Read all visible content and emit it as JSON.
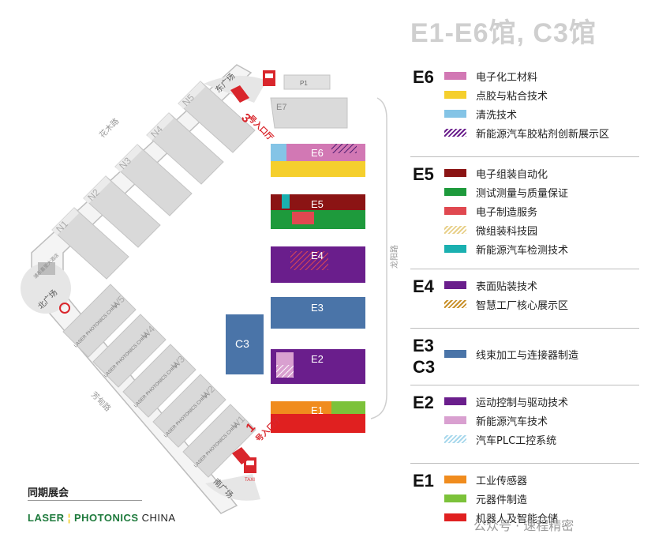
{
  "title": "E1-E6馆, C3馆",
  "colors": {
    "hall_grey": "#d6d6d6",
    "e_blue": "#4a74a8",
    "e_purple": "#6a1e8c",
    "e_darkred": "#8b1414",
    "e_green": "#1e9a3c",
    "e_orange": "#f08c1e",
    "e_lightgreen": "#7cc23a",
    "e_red": "#e02020",
    "e_pink": "#d278b4",
    "e_yellow": "#f5cf2d",
    "e_lightblue": "#84c4e6",
    "entrance_red": "#d9262c"
  },
  "map": {
    "roads": {
      "huamu": "花木路",
      "fangdian": "芳甸路",
      "longyang": "龙阳路"
    },
    "plazas": {
      "east": "东广场",
      "north": "北广场",
      "south": "南广场"
    },
    "entrances": {
      "east_num": "3",
      "east_text": "号入口厅",
      "south_num": "1",
      "south_text": "号入口厅"
    },
    "taxi": "TAXI",
    "p1": "P1",
    "hotel": "浦东嘉里大酒店",
    "brand_mark": "LASER PHOTONICS CHINA",
    "halls": {
      "n": [
        "N1",
        "N2",
        "N3",
        "N4",
        "N5"
      ],
      "w": [
        "W1",
        "W2",
        "W3",
        "W4",
        "W5"
      ],
      "e7": "E7",
      "e6": "E6",
      "e5": "E5",
      "e4": "E4",
      "e3": "E3",
      "e2": "E2",
      "e1": "E1",
      "c3": "C3"
    }
  },
  "legend": [
    {
      "hall": "E6",
      "items": [
        {
          "label": "电子化工材料",
          "color": "#d278b4",
          "pattern": "solid"
        },
        {
          "label": "点胶与粘合技术",
          "color": "#f5cf2d",
          "pattern": "solid"
        },
        {
          "label": "清洗技术",
          "color": "#84c4e6",
          "pattern": "solid"
        },
        {
          "label": "新能源汽车胶粘剂创新展示区",
          "color": "#6a1e8c",
          "pattern": "hatch"
        }
      ]
    },
    {
      "hall": "E5",
      "items": [
        {
          "label": "电子组装自动化",
          "color": "#8b1414",
          "pattern": "solid"
        },
        {
          "label": "测试测量与质量保证",
          "color": "#1e9a3c",
          "pattern": "solid"
        },
        {
          "label": "电子制造服务",
          "color": "#e04850",
          "pattern": "solid"
        },
        {
          "label": "微组装科技园",
          "color": "#e8d08a",
          "pattern": "hatch"
        },
        {
          "label": "新能源汽车检测技术",
          "color": "#1ab0b0",
          "pattern": "solid"
        }
      ]
    },
    {
      "hall": "E4",
      "items": [
        {
          "label": "表面贴装技术",
          "color": "#6a1e8c",
          "pattern": "solid"
        },
        {
          "label": "智慧工厂核心展示区",
          "color": "#c8902a",
          "pattern": "hatch"
        }
      ]
    },
    {
      "hall": "E3\nC3",
      "hall_line1": "E3",
      "hall_line2": "C3",
      "items": [
        {
          "label": "线束加工与连接器制造",
          "color": "#4a74a8",
          "pattern": "solid"
        }
      ]
    },
    {
      "hall": "E2",
      "items": [
        {
          "label": "运动控制与驱动技术",
          "color": "#6a1e8c",
          "pattern": "solid"
        },
        {
          "label": "新能源汽车技术",
          "color": "#d9a0d0",
          "pattern": "solid"
        },
        {
          "label": "汽车PLC工控系统",
          "color": "#a8d8ec",
          "pattern": "hatch"
        }
      ]
    },
    {
      "hall": "E1",
      "items": [
        {
          "label": "工业传感器",
          "color": "#f08c1e",
          "pattern": "solid"
        },
        {
          "label": "元器件制造",
          "color": "#7cc23a",
          "pattern": "solid"
        },
        {
          "label": "机器人及智能仓储",
          "color": "#e02020",
          "pattern": "solid"
        }
      ]
    }
  ],
  "footer": {
    "concurrent_label": "同期展会",
    "brand_laser": "LASER",
    "brand_photonics": "PHOTONICS",
    "brand_china": "CHINA",
    "watermark": "公众号 · 速程精密"
  }
}
